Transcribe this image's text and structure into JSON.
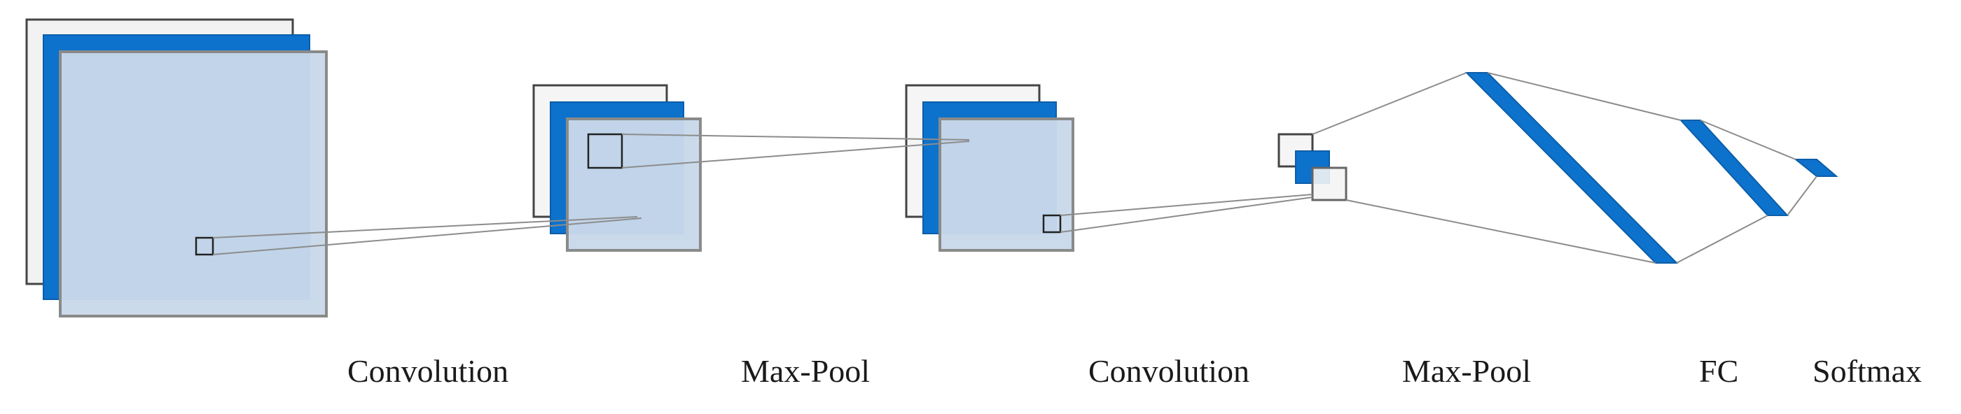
{
  "labels": {
    "conv1": "Convolution",
    "pool1": "Max-Pool",
    "conv2": "Convolution",
    "pool2": "Max-Pool",
    "fc": "FC",
    "softmax": "Softmax"
  },
  "colors": {
    "accent_blue": "#0d72cc",
    "light_fill": "#c9d9ea",
    "back_fill": "#f2f2f2",
    "frame_stroke": "#8a8a8a",
    "line_stroke": "#8c8c8c"
  }
}
